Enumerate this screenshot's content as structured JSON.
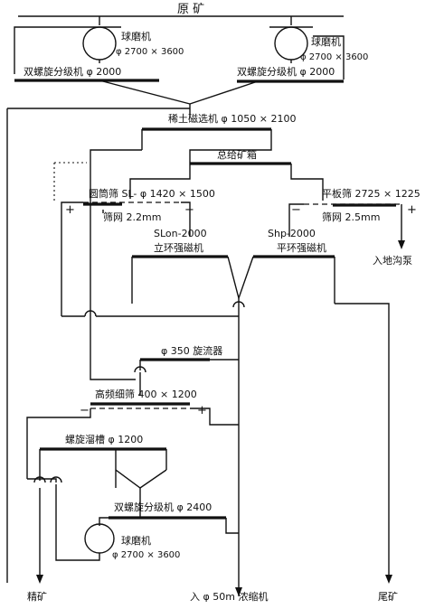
{
  "feed_label": "原 矿",
  "equipment": {
    "ball_mill_1": {
      "name": "球磨机",
      "spec": "φ 2700 × 3600"
    },
    "ball_mill_2": {
      "name": "球磨机",
      "spec": "φ 2700 × 3600"
    },
    "classifier_1": "双螺旋分级机 φ 2000",
    "classifier_2": "双螺旋分级机 φ 2000",
    "rare_earth_separator": "稀土磁选机 φ 1050 × 2100",
    "distribution_box": "总给矿箱",
    "drum_screen": "圆筒筛 SL- φ 1420 × 1500",
    "drum_screen_mesh": "筛网 2.2mm",
    "flat_screen": "平板筛 2725 × 1225",
    "flat_screen_mesh": "筛网 2.5mm",
    "slon_name": "SLon-2000",
    "slon_desc": "立环强磁机",
    "shp_name": "Shp-2000",
    "shp_desc": "平环强磁机",
    "cyclone": "φ 350 旋流器",
    "hf_screen": "高频细筛 400 × 1200",
    "spiral_chute": "螺旋溜槽 φ 1200",
    "classifier_3": "双螺旋分级机 φ 2400",
    "ball_mill_3": {
      "name": "球磨机",
      "spec": "φ 2700 × 3600"
    }
  },
  "signs": {
    "plus": "+",
    "minus": "−"
  },
  "outputs": {
    "sump_pump": "入地沟泵",
    "concentrate": "精矿",
    "thickener": "入 φ 50m 浓缩机",
    "tailings": "尾矿"
  }
}
